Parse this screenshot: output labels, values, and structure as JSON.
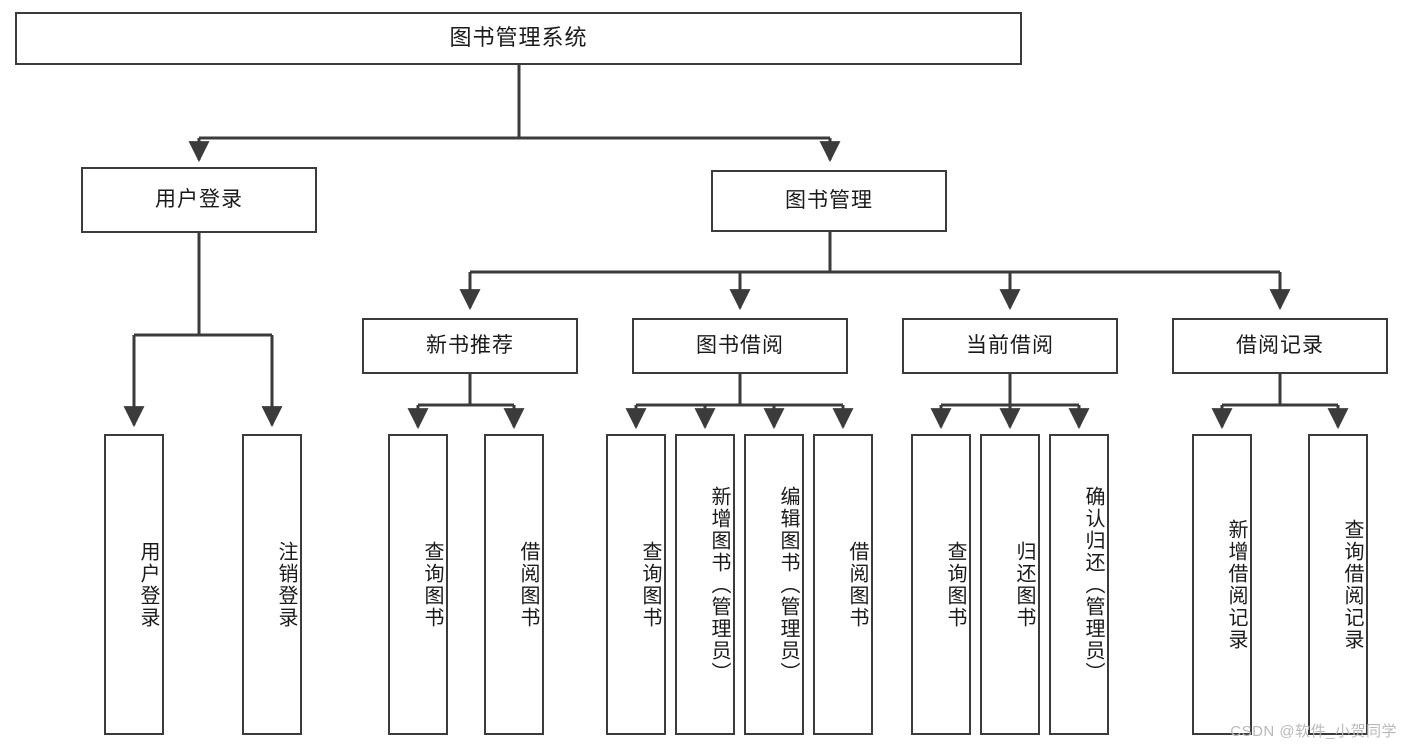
{
  "diagram": {
    "type": "tree",
    "title": "图书管理系统",
    "root": {
      "label": "图书管理系统"
    },
    "level2": [
      {
        "label": "用户登录"
      },
      {
        "label": "图书管理"
      }
    ],
    "level3": [
      {
        "label": "新书推荐"
      },
      {
        "label": "图书借阅"
      },
      {
        "label": "当前借阅"
      },
      {
        "label": "借阅记录"
      }
    ],
    "leaves": {
      "user_login": [
        {
          "label": "用户登录"
        },
        {
          "label": "注销登录"
        }
      ],
      "new_book_recommend": [
        {
          "label": "查询图书"
        },
        {
          "label": "借阅图书"
        }
      ],
      "book_borrow": [
        {
          "label": "查询图书"
        },
        {
          "label": "新增图书（管理员）"
        },
        {
          "label": "编辑图书（管理员）"
        },
        {
          "label": "借阅图书"
        }
      ],
      "current_borrow": [
        {
          "label": "查询图书"
        },
        {
          "label": "归还图书"
        },
        {
          "label": "确认归还（管理员）"
        }
      ],
      "borrow_records": [
        {
          "label": "新增借阅记录"
        },
        {
          "label": "查询借阅记录"
        }
      ]
    },
    "watermark": "CSDN @软件_小贺同学",
    "colors": {
      "stroke": "#3b3b3b",
      "fill": "#ffffff",
      "text": "#1a1a1a",
      "watermark": "#b9b9b9"
    }
  }
}
